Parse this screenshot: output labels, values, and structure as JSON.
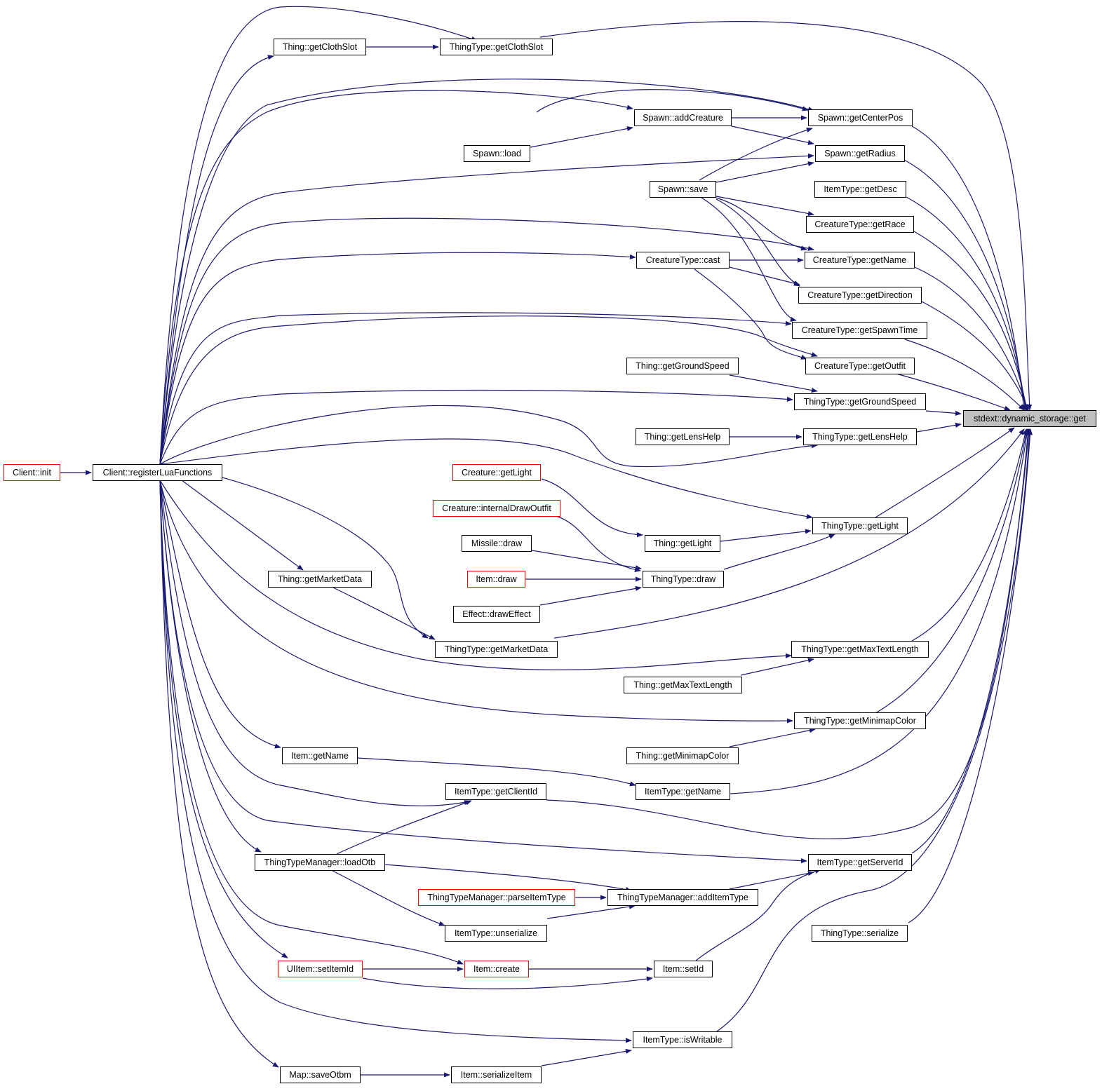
{
  "edge_color": "#191970",
  "colors": {
    "node_border": "#000000",
    "incomplete_border": "#ff0000",
    "root_fill": "#bfbfbf"
  },
  "nodes": {
    "root": "stdext::dynamic_storage::get",
    "thing_getclothslot": "Thing::getClothSlot",
    "thingtype_getclothslot": "ThingType::getClothSlot",
    "spawn_addcreature": "Spawn::addCreature",
    "spawn_getcenterpos": "Spawn::getCenterPos",
    "spawn_load": "Spawn::load",
    "spawn_getradius": "Spawn::getRadius",
    "spawn_save": "Spawn::save",
    "itemtype_getdesc": "ItemType::getDesc",
    "creaturetype_getrace": "CreatureType::getRace",
    "creaturetype_cast": "CreatureType::cast",
    "creaturetype_getname": "CreatureType::getName",
    "creaturetype_getdirection": "CreatureType::getDirection",
    "creaturetype_getspawntime": "CreatureType::getSpawnTime",
    "creaturetype_getoutfit": "CreatureType::getOutfit",
    "thing_getgroundspeed": "Thing::getGroundSpeed",
    "thingtype_getgroundspeed": "ThingType::getGroundSpeed",
    "thing_getlenshelp": "Thing::getLensHelp",
    "thingtype_getlenshelp": "ThingType::getLensHelp",
    "client_init": "Client::init",
    "client_registerluafunctions": "Client::registerLuaFunctions",
    "creature_getlight": "Creature::getLight",
    "creature_internaldrawoutfit": "Creature::internalDrawOutfit",
    "thingtype_getlight": "ThingType::getLight",
    "missile_draw": "Missile::draw",
    "thing_getlight": "Thing::getLight",
    "thing_getmarketdata": "Thing::getMarketData",
    "item_draw": "Item::draw",
    "thingtype_draw": "ThingType::draw",
    "effect_draweffect": "Effect::drawEffect",
    "thingtype_getmarketdata": "ThingType::getMarketData",
    "thingtype_getmaxtextlength": "ThingType::getMaxTextLength",
    "thing_getmaxtextlength": "Thing::getMaxTextLength",
    "thingtype_getminimapcolor": "ThingType::getMinimapColor",
    "item_getname": "Item::getName",
    "thing_getminimapcolor": "Thing::getMinimapColor",
    "itemtype_getclientid": "ItemType::getClientId",
    "itemtype_getname": "ItemType::getName",
    "thingtypemanager_loadotb": "ThingTypeManager::loadOtb",
    "itemtype_getserverid": "ItemType::getServerId",
    "thingtypemanager_parseitemtype": "ThingTypeManager::parseItemType",
    "thingtypemanager_additemtype": "ThingTypeManager::addItemType",
    "itemtype_unserialize": "ItemType::unserialize",
    "thingtype_serialize": "ThingType::serialize",
    "uiitem_setitemid": "UIItem::setItemId",
    "item_create": "Item::create",
    "item_setid": "Item::setId",
    "itemtype_iswritable": "ItemType::isWritable",
    "map_saveotbm": "Map::saveOtbm",
    "item_serializeitem": "Item::serializeItem"
  }
}
